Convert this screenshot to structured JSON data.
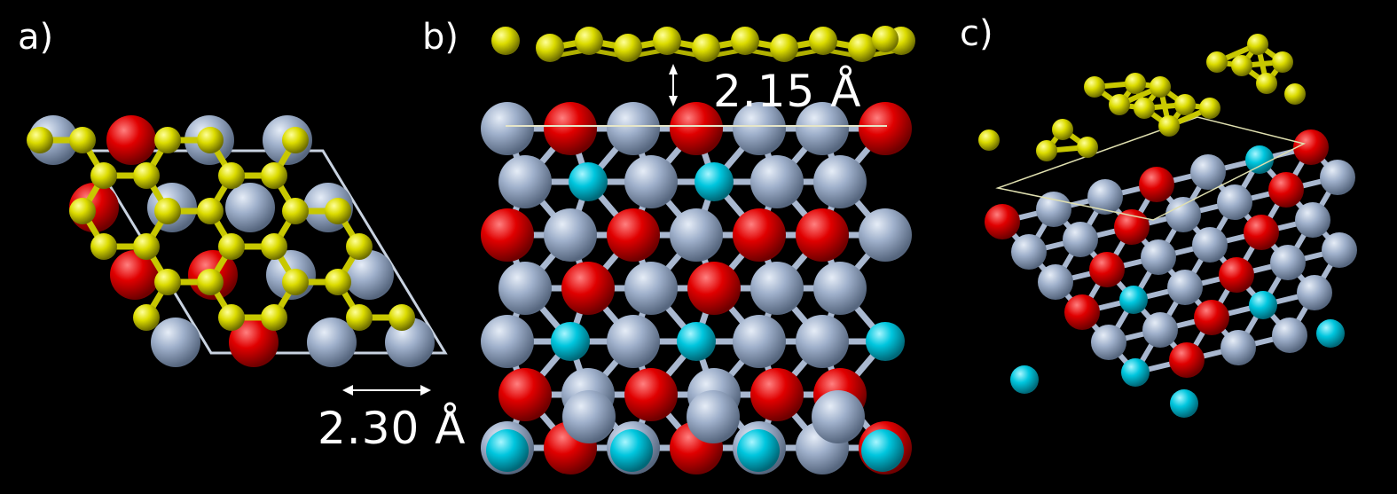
{
  "panels": {
    "a": {
      "label": "a)",
      "measurement": "2.30 Å"
    },
    "b": {
      "label": "b)",
      "measurement": "2.15 Å"
    },
    "c": {
      "label": "c)"
    }
  },
  "colors": {
    "background": "#000000",
    "boron": "#d8d800",
    "oxygen": "#dd0000",
    "grey_atom": "#9aabc6",
    "cyan_atom": "#00c4dc",
    "cell_line": "#e8e8c8",
    "text": "#ffffff"
  }
}
